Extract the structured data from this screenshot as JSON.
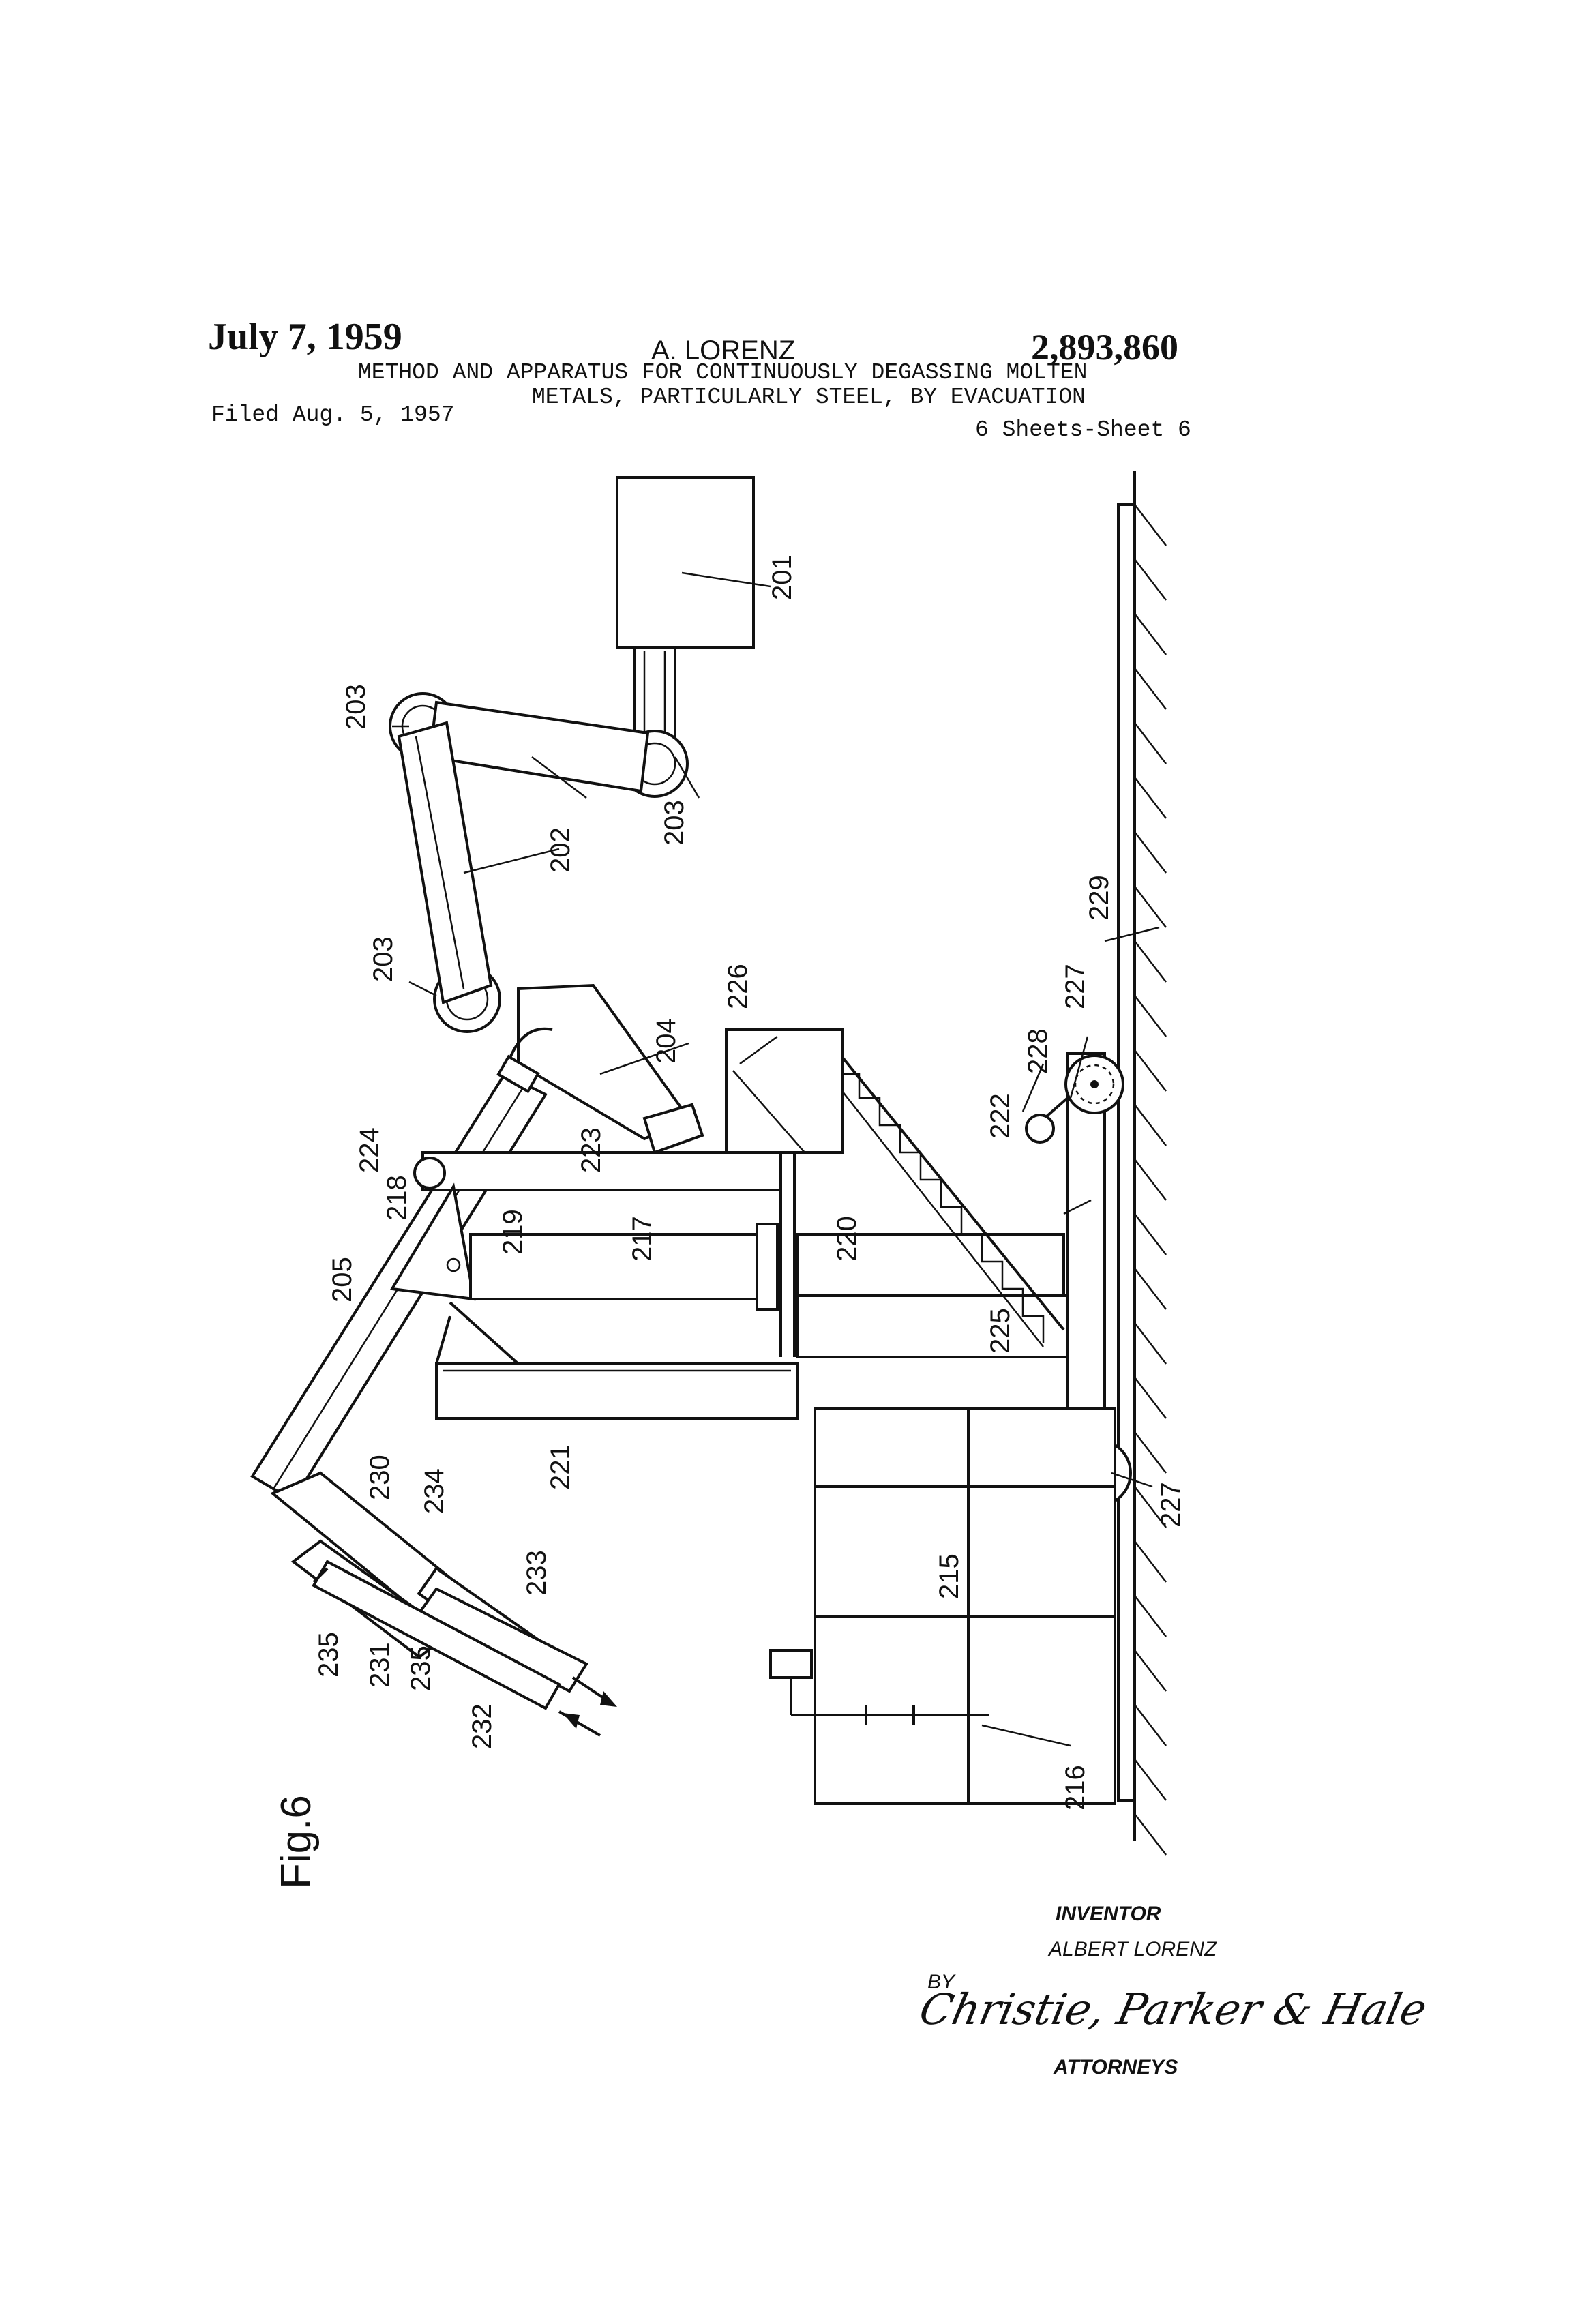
{
  "header": {
    "date": "July 7, 1959",
    "inventor_name": "A. LORENZ",
    "patent_number": "2,893,860",
    "title_line1": "METHOD AND APPARATUS FOR CONTINUOUSLY DEGASSING MOLTEN",
    "title_line2": "METALS, PARTICULARLY STEEL, BY EVACUATION",
    "filed": "Filed Aug. 5, 1957",
    "sheets": "6 Sheets-Sheet 6"
  },
  "figure": {
    "label": "Fig.6",
    "reference_numerals": {
      "n201": "201",
      "n202": "202",
      "n203": "203",
      "n204": "204",
      "n205": "205",
      "n215": "215",
      "n216": "216",
      "n217": "217",
      "n218": "218",
      "n219": "219",
      "n220": "220",
      "n221": "221",
      "n222": "222",
      "n223": "223",
      "n224": "224",
      "n225": "225",
      "n226": "226",
      "n227": "227",
      "n228": "228",
      "n229": "229",
      "n230": "230",
      "n231": "231",
      "n232": "232",
      "n233": "233",
      "n234": "234",
      "n235": "235"
    }
  },
  "signature_block": {
    "inventor_heading": "INVENTOR",
    "inventor_full_name": "ALBERT LORENZ",
    "by": "BY",
    "signature": "Christie, Parker & Hale",
    "attorneys": "ATTORNEYS"
  }
}
